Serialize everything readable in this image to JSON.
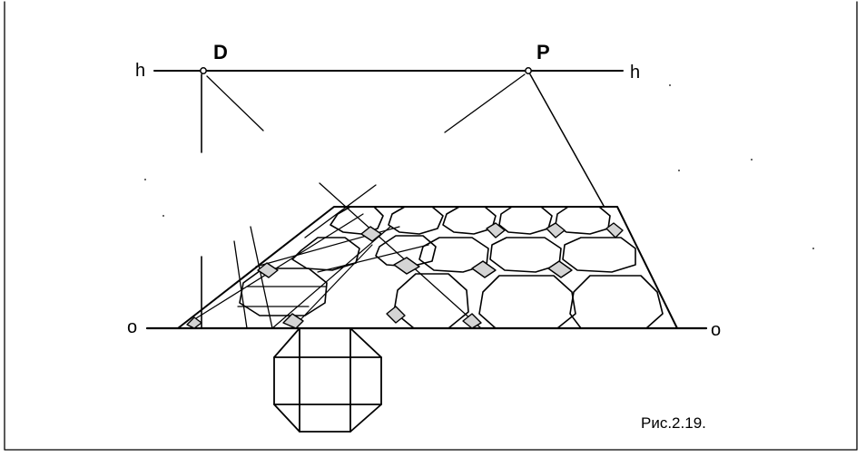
{
  "labels": {
    "h_left": "h",
    "h_right": "h",
    "D": "D",
    "P": "P",
    "o_left": "o",
    "o_right": "o"
  },
  "caption": "Рис.2.19.",
  "colors": {
    "ink": "#000000",
    "background": "#ffffff",
    "tile_shade": "#d4d4d4"
  }
}
